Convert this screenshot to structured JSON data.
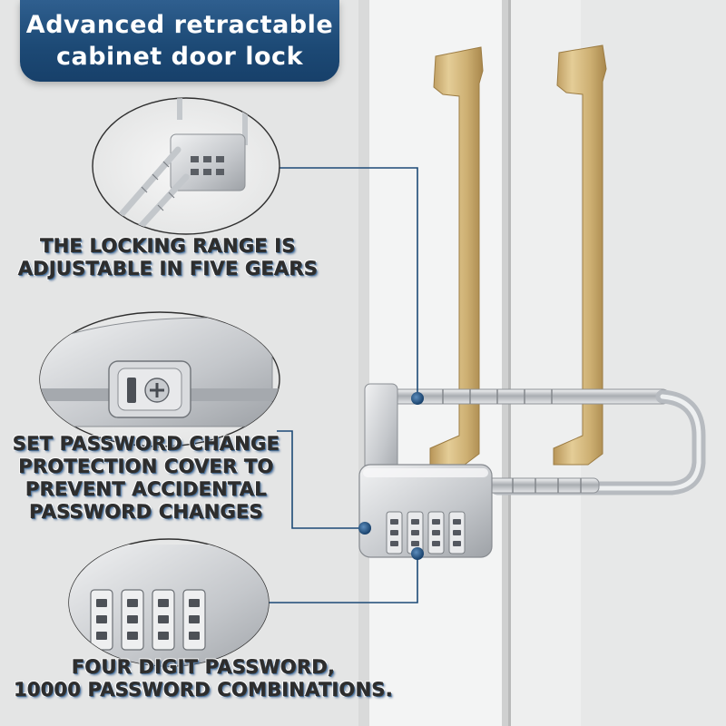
{
  "title": {
    "line1": "Advanced retractable",
    "line2": "cabinet door lock"
  },
  "callouts": [
    {
      "lines": [
        "THE LOCKING RANGE IS",
        "ADJUSTABLE IN FIVE GEARS"
      ]
    },
    {
      "lines": [
        "SET PASSWORD CHANGE",
        "PROTECTION COVER TO",
        "PREVENT ACCIDENTAL",
        "PASSWORD CHANGES"
      ]
    },
    {
      "lines": [
        "FOUR DIGIT PASSWORD,",
        "10000 PASSWORD COMBINATIONS."
      ]
    }
  ],
  "colors": {
    "banner": "#1d4a76",
    "leader_line": "#1d4a76",
    "handle_gold": "#d2b477",
    "lock_silver": "#c9ccd0",
    "cabinet_white": "#f2f3f3"
  }
}
